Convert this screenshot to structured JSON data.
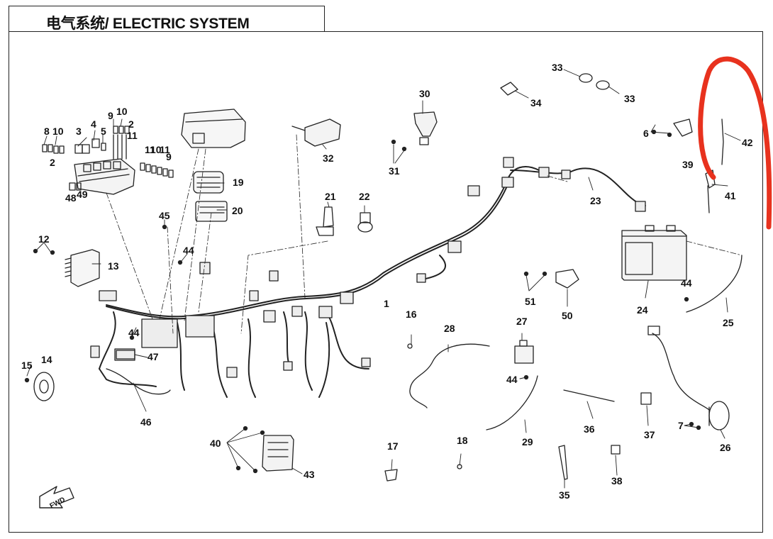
{
  "title": "电气系统/ ELECTRIC SYSTEM",
  "callouts": [
    "1",
    "2",
    "2",
    "3",
    "4",
    "5",
    "6",
    "7",
    "8",
    "9",
    "10",
    "10",
    "11",
    "11",
    "11",
    "9",
    "10",
    "12",
    "13",
    "14",
    "15",
    "16",
    "17",
    "18",
    "19",
    "20",
    "21",
    "22",
    "23",
    "24",
    "25",
    "26",
    "27",
    "28",
    "29",
    "30",
    "31",
    "32",
    "33",
    "33",
    "34",
    "35",
    "36",
    "37",
    "38",
    "39",
    "40",
    "41",
    "42",
    "43",
    "44",
    "44",
    "44",
    "44",
    "45",
    "46",
    "47",
    "48",
    "49",
    "50",
    "51"
  ],
  "direction_label": "FWD",
  "annotation_color": "#e8321e"
}
